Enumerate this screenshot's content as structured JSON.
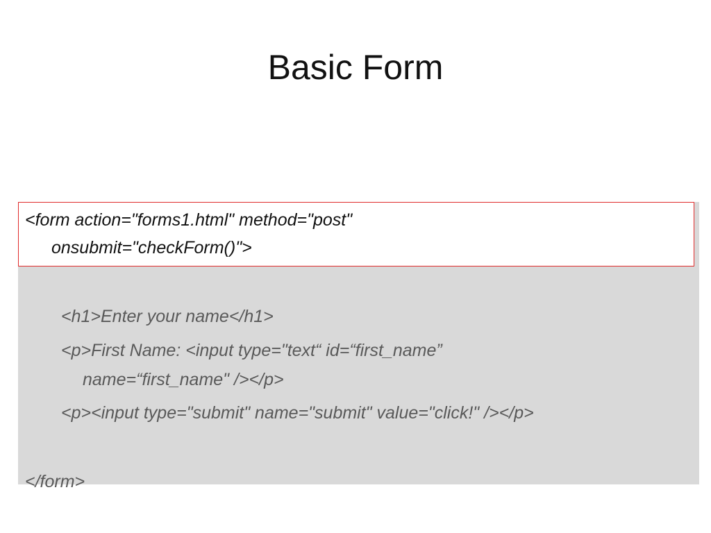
{
  "slide": {
    "title": "Basic Form"
  },
  "code_block": {
    "highlighted_lines": [
      "<form action=\"forms1.html\" method=\"post\"",
      "onsubmit=\"checkForm()\">"
    ],
    "body_lines": [
      "<h1>Enter your name</h1>",
      "<p>First Name: <input type=\"text“ id=“first_name”",
      "name=“first_name\" /></p>",
      "<p><input type=\"submit\" name=\"submit\" value=\"click!\" /></p>"
    ],
    "closing_line": "</form>"
  },
  "colors": {
    "highlight_border": "#e02a2a",
    "panel_background": "#d9d9d9",
    "code_text_gray": "#595959"
  }
}
